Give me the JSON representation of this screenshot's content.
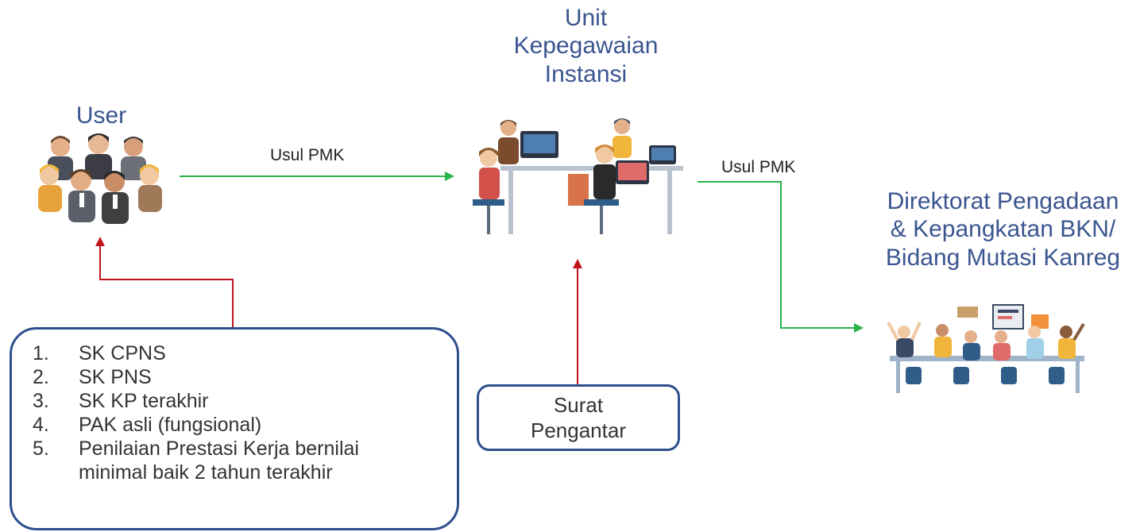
{
  "nodes": {
    "user": {
      "title": "User"
    },
    "unit": {
      "title_lines": [
        "Unit",
        "Kepegawaian",
        "Instansi"
      ]
    },
    "direktorat": {
      "title_lines": [
        "Direktorat Pengadaan",
        "& Kepangkatan BKN/",
        "Bidang Mutasi Kanreg"
      ]
    }
  },
  "arrows": {
    "user_to_unit": "Usul PMK",
    "unit_to_direktorat": "Usul PMK"
  },
  "documents": {
    "items": [
      {
        "num": "1.",
        "lines": [
          "SK CPNS"
        ]
      },
      {
        "num": "2.",
        "lines": [
          "SK PNS"
        ]
      },
      {
        "num": "3.",
        "lines": [
          "SK KP terakhir"
        ]
      },
      {
        "num": "4.",
        "lines": [
          "PAK asli (fungsional)"
        ]
      },
      {
        "num": "5.",
        "lines": [
          "Penilaian Prestasi Kerja bernilai",
          "minimal baik 2 tahun terakhir"
        ]
      }
    ]
  },
  "surat": {
    "lines": [
      "Surat",
      "Pengantar"
    ]
  },
  "colors": {
    "title_blue": "#3a5590",
    "box_border": "#2e4f8f",
    "green_arrow": "#2bb34a",
    "red_arrow": "#c0141c"
  }
}
